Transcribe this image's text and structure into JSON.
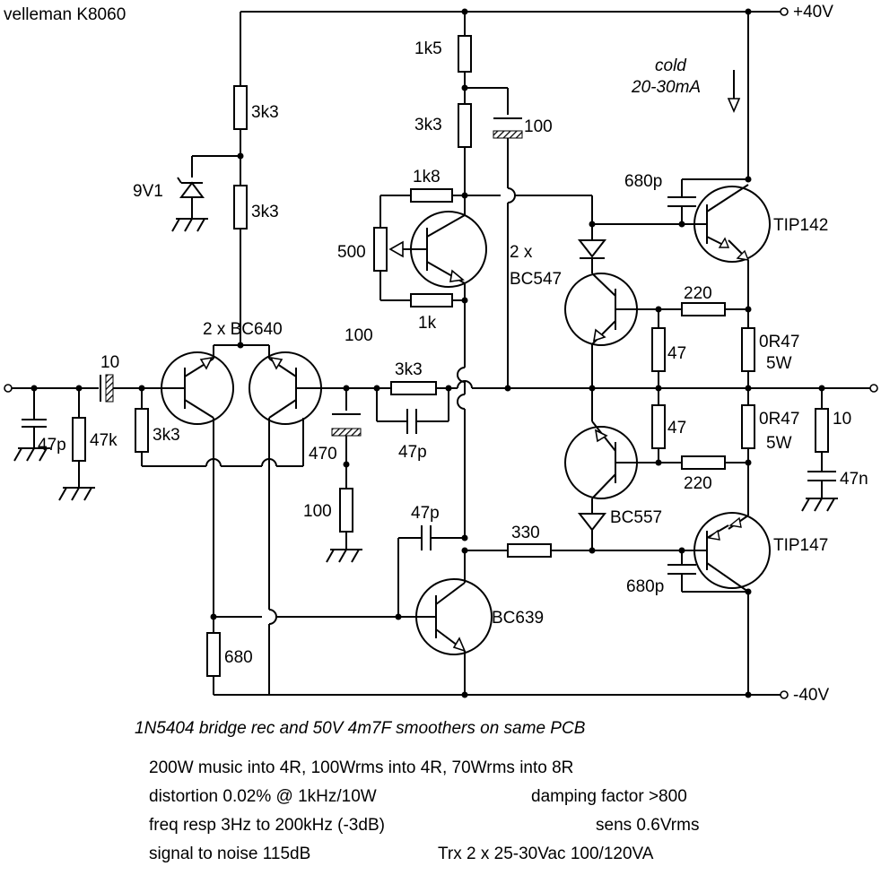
{
  "title": "velleman K8060",
  "rails": {
    "positive": "+40V",
    "negative": "-40V"
  },
  "annotations": {
    "cold_line1": "cold",
    "cold_line2": "20-30mA"
  },
  "resistors": {
    "r_3k3_top": "3k3",
    "r_3k3_mid": "3k3",
    "r_1k5": "1k5",
    "r_3k3_upper": "3k3",
    "r_1k8": "1k8",
    "pot_500": "500",
    "r_1k": "1k",
    "r_47k": "47k",
    "r_3k3_in": "3k3",
    "r_3k3_fb": "3k3",
    "r_100": "100",
    "r_680": "680",
    "r_330": "330",
    "r_220_top": "220",
    "r_220_bot": "220",
    "r_47_top": "47",
    "r_47_bot": "47",
    "r_0r47_top": "0R47",
    "r_0r47_top_w": "5W",
    "r_0r47_bot": "0R47",
    "r_0r47_bot_w": "5W",
    "r_10": "10"
  },
  "capacitors": {
    "c_10": "10",
    "c_47p_in": "47p",
    "c_100": "100",
    "c_470": "470",
    "c_47p_fb": "47p",
    "c_47p_vas": "47p",
    "c_680p_top": "680p",
    "c_680p_bot": "680p",
    "c_47n": "47n"
  },
  "semis": {
    "zener": "9V1",
    "bc640_label": "2 x  BC640",
    "bc547_label1": "2 x",
    "bc547_label2": "BC547",
    "tip142": "TIP142",
    "tip147": "TIP147",
    "bc557": "BC557",
    "bc639": "BC639"
  },
  "footer": {
    "rectifier_note": "1N5404  bridge rec and 50V 4m7F smoothers on same PCB",
    "spec_line1": "200W music into 4R, 100Wrms into 4R, 70Wrms into 8R",
    "spec_distortion": "distortion 0.02% @ 1kHz/10W",
    "spec_damping": "damping factor >800",
    "spec_freq": "freq resp 3Hz to 200kHz (-3dB)",
    "spec_sens": "sens 0.6Vrms",
    "spec_snr": "signal to noise 115dB",
    "spec_trx": "Trx 2 x 25-30Vac 100/120VA"
  }
}
